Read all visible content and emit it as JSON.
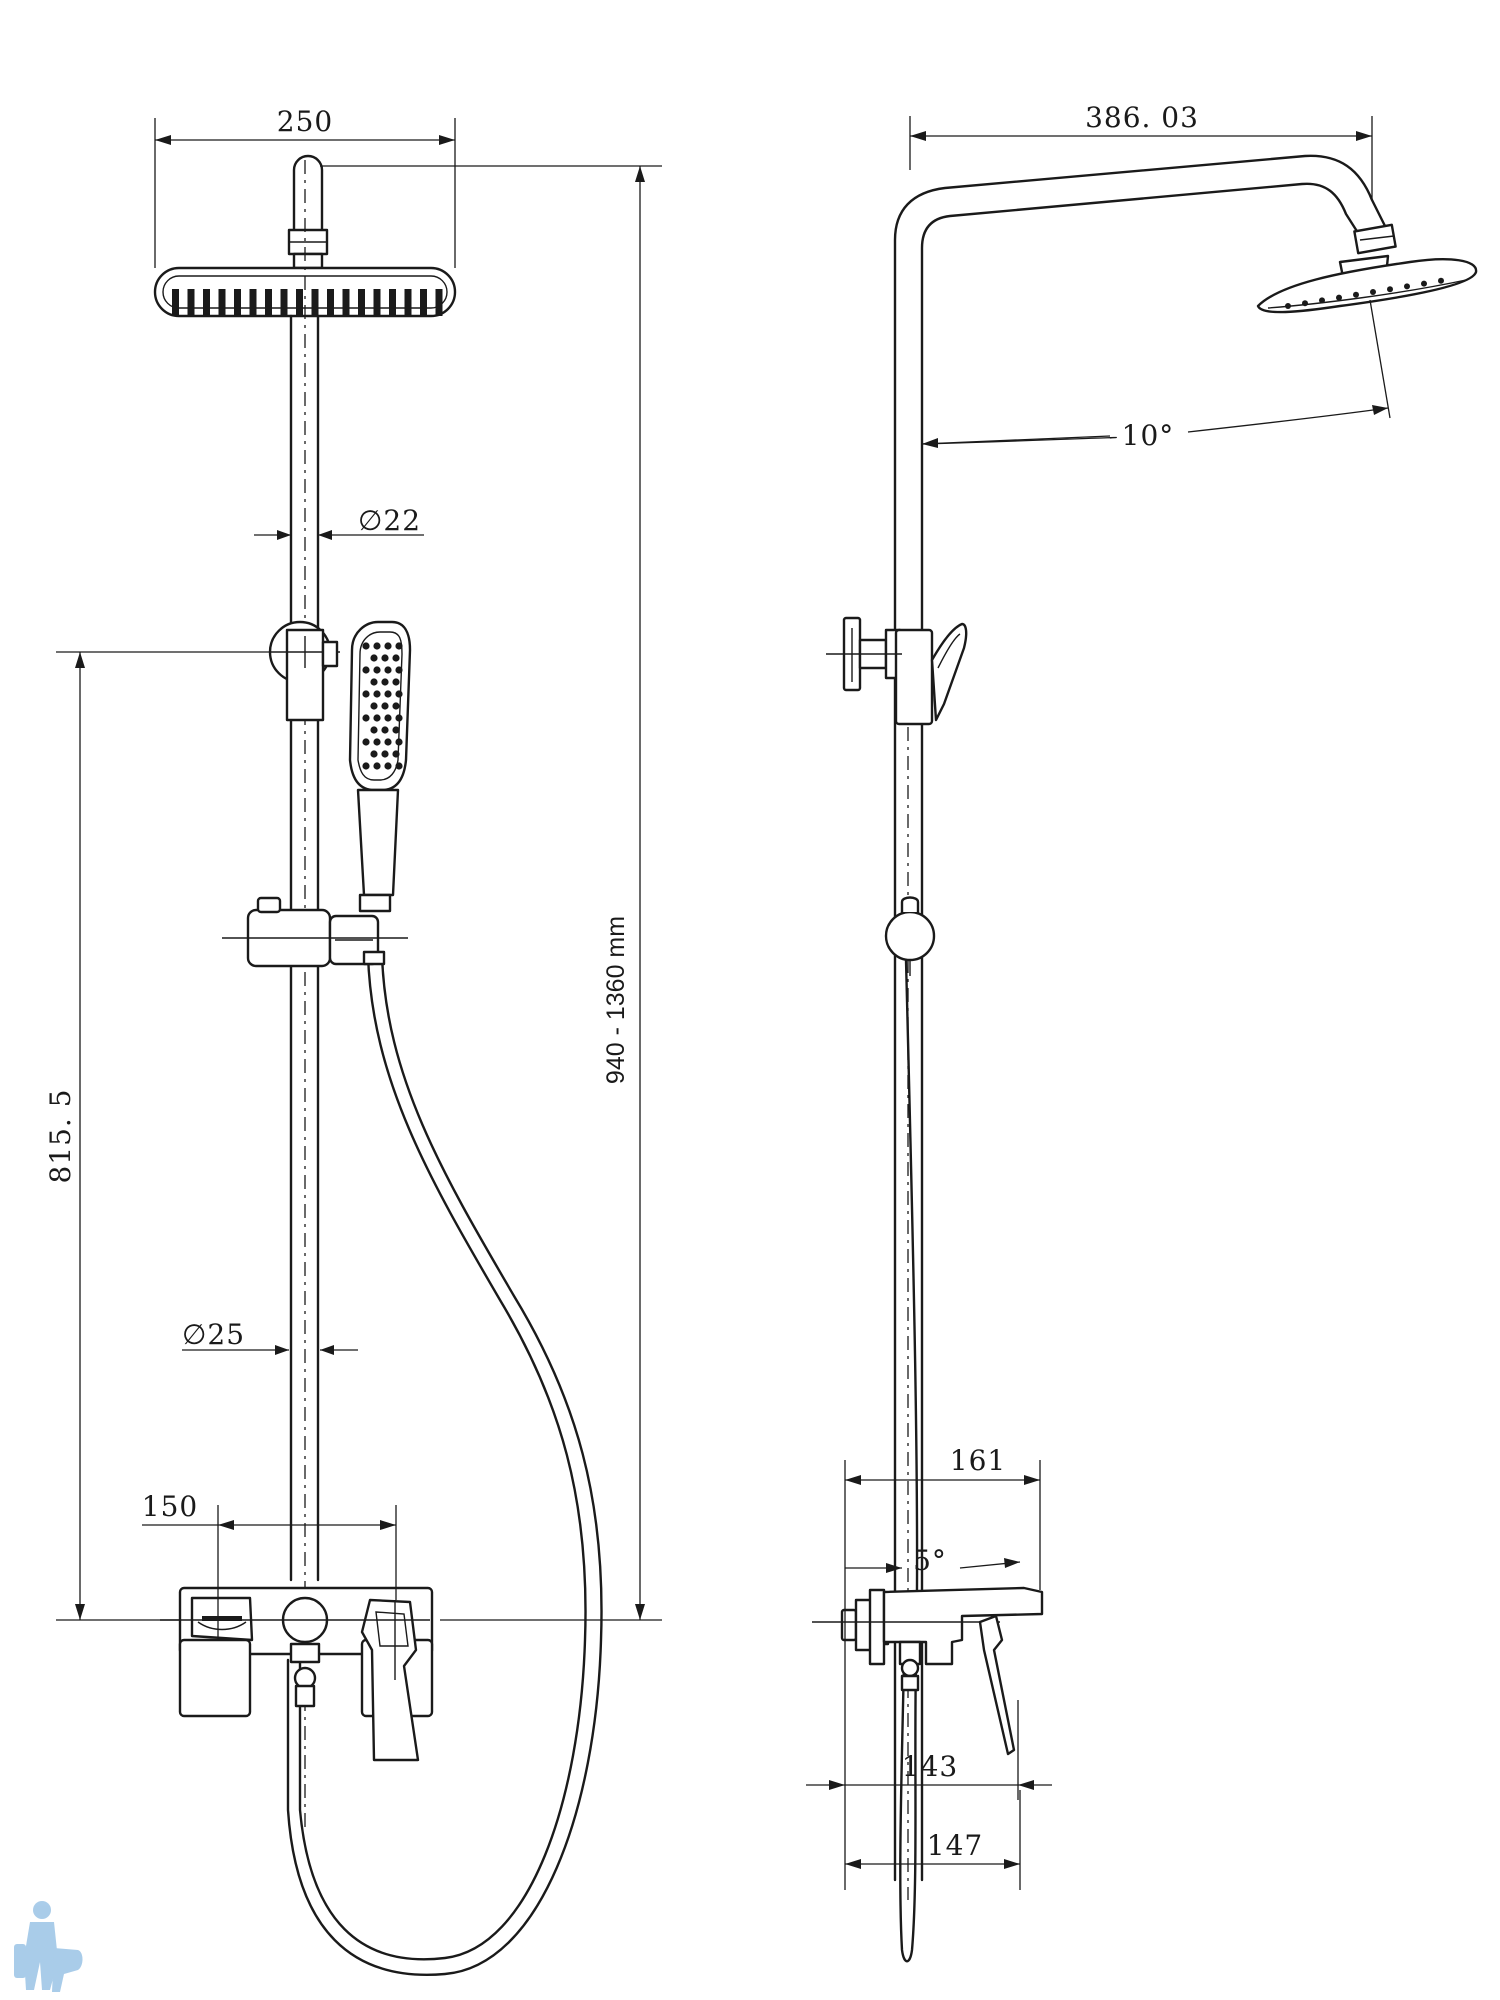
{
  "dimensions": {
    "front_head_width": "250",
    "front_top_pipe_diameter": "22",
    "front_total_height": "940 - 1360 mm",
    "front_holder_height": "815. 5",
    "front_bottom_pipe_diameter": "25",
    "front_mixer_spacing": "150",
    "side_arm_reach": "386. 03",
    "side_head_angle": "10°",
    "side_mixer_depth": "161",
    "side_spout_angle": "5°",
    "side_lever_depth": "143",
    "side_bottom_depth": "147"
  },
  "symbols": {
    "diameter": "∅"
  },
  "colors": {
    "line": "#1a1a1a",
    "background": "#ffffff",
    "watermark": "#9bc4e6"
  },
  "icons": {
    "watermark": "plumber-watermark-icon"
  }
}
